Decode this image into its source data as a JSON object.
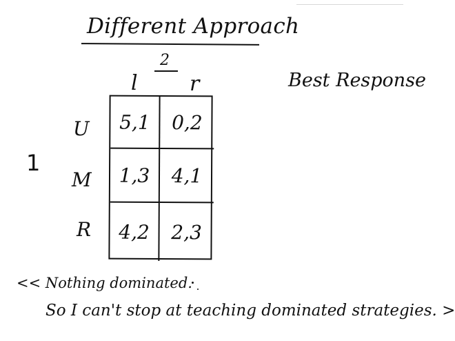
{
  "title": "Different Approach",
  "side_note": "Best Response",
  "game": {
    "player2_label": "2",
    "player1_label": "1",
    "columns": [
      "l",
      "r"
    ],
    "rows": [
      "U",
      "M",
      "R"
    ],
    "payoffs": [
      [
        "5,1",
        "0,2"
      ],
      [
        "1,3",
        "4,1"
      ],
      [
        "4,2",
        "2,3"
      ]
    ]
  },
  "notes": {
    "line1": "<< Nothing dominated.",
    "line2": "So I can't stop at teaching dominated strategies. >."
  }
}
